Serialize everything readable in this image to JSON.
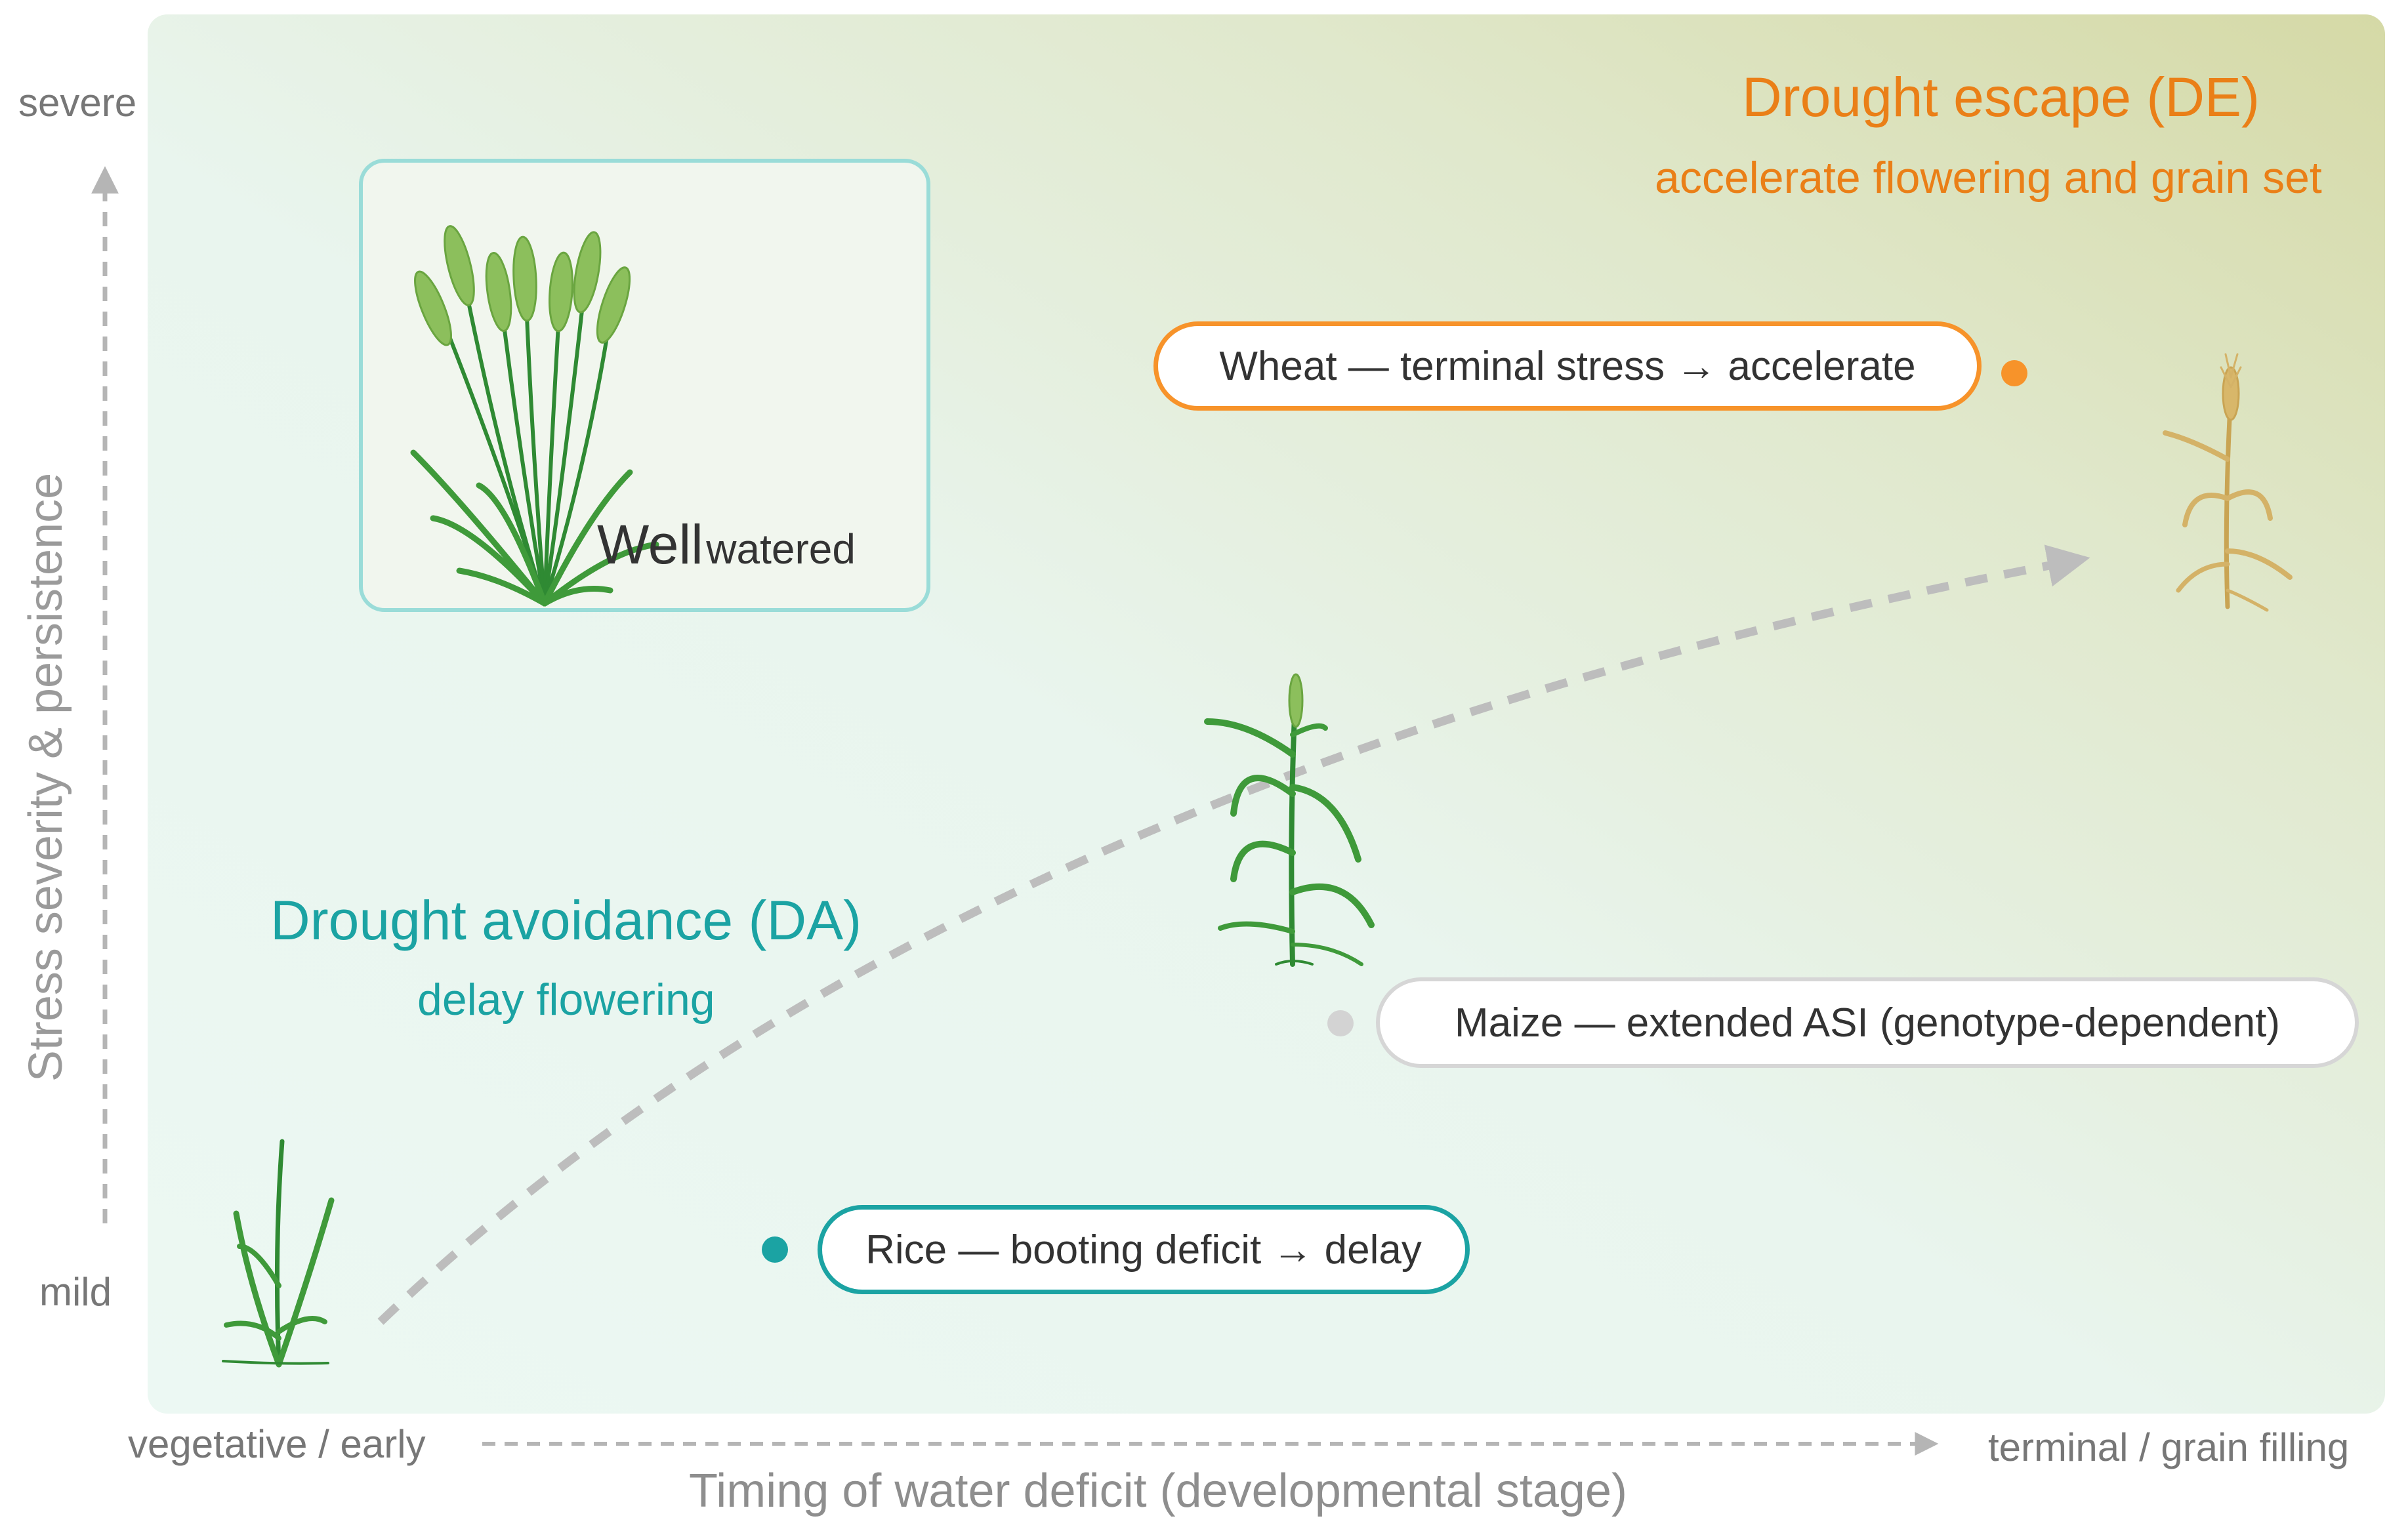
{
  "colors": {
    "avoidance": "#1ba3a3",
    "escape": "#ea7f17",
    "neutral": "#d0d0d0",
    "axis": "#777777",
    "well_watered_border": "#9adcd8"
  },
  "axes": {
    "y_label": "Stress severity & persistence",
    "y_top": "severe",
    "y_bottom": "mild",
    "x_label": "Timing of water deficit (developmental stage)",
    "x_left": "vegetative / early",
    "x_right": "terminal / grain filling"
  },
  "escape": {
    "title": "Drought escape (DE)",
    "subtitle": "accelerate flowering and grain set"
  },
  "avoidance": {
    "title": "Drought avoidance (DA)",
    "subtitle": "delay flowering"
  },
  "well_watered": {
    "label_big": "Well",
    "label_small": "watered"
  },
  "examples": {
    "wheat": "Wheat — terminal stress → accelerate",
    "maize": "Maize — extended ASI (genotype-dependent)",
    "rice": "Rice — booting deficit → delay"
  },
  "icons": [
    "wheat-bunch-icon",
    "young-seedling-icon",
    "maize-plant-icon",
    "dry-wheat-plant-icon"
  ]
}
